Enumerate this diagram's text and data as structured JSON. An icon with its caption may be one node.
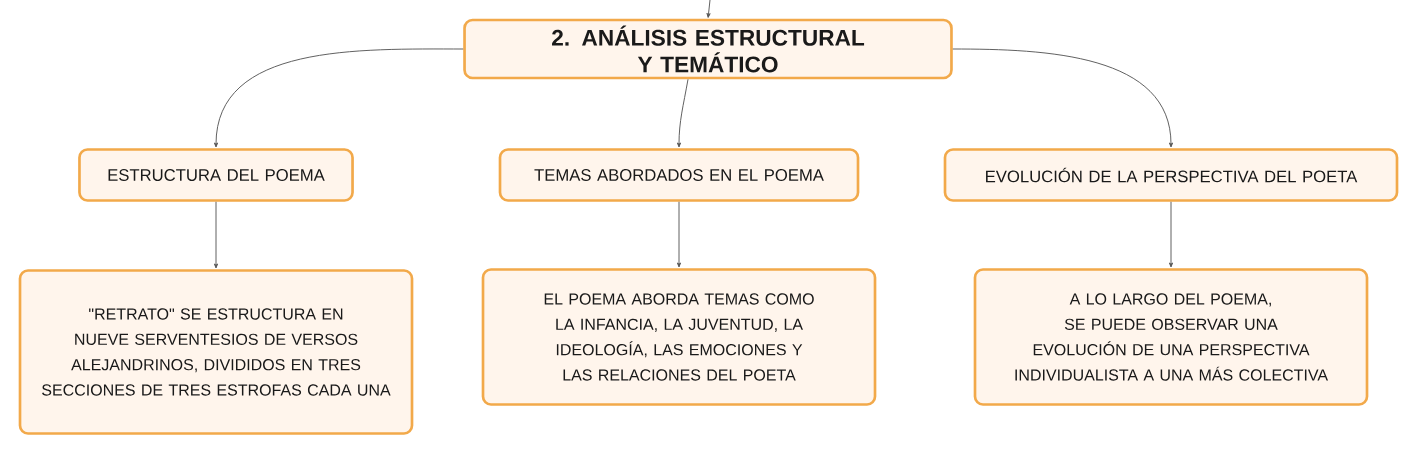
{
  "diagram": {
    "nodes": [
      {
        "text": [
          "2. ANÁLISIS ESTRUCTURAL Y TEMÁTICO"
        ]
      },
      {
        "text": [
          "ESTRUCTURA DEL POEMA"
        ]
      },
      {
        "text": [
          "TEMAS ABORDADOS EN EL POEMA"
        ]
      },
      {
        "text": [
          "EVOLUCIÓN DE LA PERSPECTIVA DEL POETA"
        ]
      },
      {
        "text": [
          "\"RETRATO\" SE ESTRUCTURA EN NUEVE SERVENTESIOS DE VERSOS ALEJANDRINOS, DIVIDIDOS EN TRES SECCIONES DE TRES ESTROFAS CADA UNA"
        ]
      },
      {
        "text": [
          "EL POEMA ABORDA TEMAS COMO LA INFANCIA, LA JUVENTUD, LA IDEOLOGÍA, LAS EMOCIONES Y LAS RELACIONES DEL POETA"
        ]
      },
      {
        "text": [
          "A LO LARGO DEL POEMA, SE PUEDE OBSERVAR UNA EVOLUCIÓN DE UNA PERSPECTIVA INDIVIDUALISTA A UNA MÁS COLECTIVA"
        ]
      }
    ],
    "edges": [
      {
        "from": null,
        "to": 0,
        "arrow": "to"
      },
      {
        "from": 0,
        "to": 1,
        "arrow": "to"
      },
      {
        "from": 0,
        "to": 2,
        "arrow": "to"
      },
      {
        "from": 0,
        "to": 3,
        "arrow": "to"
      },
      {
        "from": 1,
        "to": 4,
        "arrow": "to"
      },
      {
        "from": 2,
        "to": 5,
        "arrow": "to"
      },
      {
        "from": 3,
        "to": 6,
        "arrow": "to"
      }
    ]
  }
}
